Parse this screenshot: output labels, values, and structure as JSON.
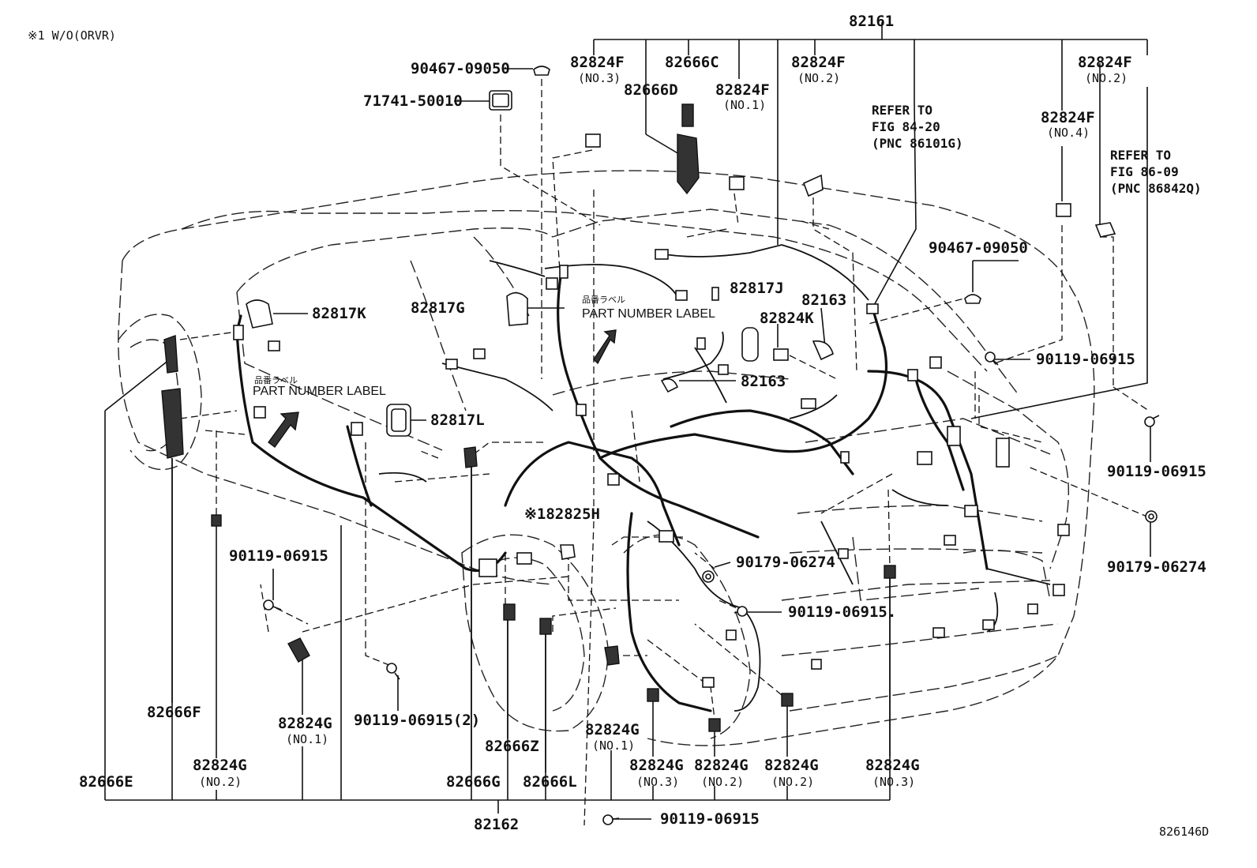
{
  "header": {
    "note": "※1 W/O(ORVR)"
  },
  "footer": {
    "code": "826146D"
  },
  "labels": {
    "p82161": "82161",
    "p82162": "82162",
    "p82824F_no3": "82824F",
    "p82824F_no3_sub": "(NO.3)",
    "p82666C": "82666C",
    "p82666D": "82666D",
    "p82824F_no1": "82824F",
    "p82824F_no1_sub": "(NO.1)",
    "p82824F_no2a": "82824F",
    "p82824F_no2a_sub": "(NO.2)",
    "p82824F_no4": "82824F",
    "p82824F_no4_sub": "(NO.4)",
    "p82824F_no2b": "82824F",
    "p82824F_no2b_sub": "(NO.2)",
    "p90467_top": "90467-09050",
    "p71741": "71741-50010",
    "p90467_right": "90467-09050",
    "p82817K": "82817K",
    "p82817G": "82817G",
    "p82817J": "82817J",
    "p82817L": "82817L",
    "p82163a": "82163",
    "p82163b": "82163",
    "p82824K": "82824K",
    "p82825H": "※182825H",
    "p90119_r1": "90119-06915",
    "p90119_r2": "90119-06915",
    "p90179_r": "90179-06274",
    "p90179_c": "90179-06274",
    "p90119_c": "90119-06915.",
    "p90119_l": "90119-06915",
    "p90119_2": "90119-06915(2)",
    "p90119_bottom": "90119-06915",
    "p82666F": "82666F",
    "p82666E": "82666E",
    "p82666G": "82666G",
    "p82666Z": "82666Z",
    "p82666L": "82666L",
    "p82824G_no1a": "82824G",
    "p82824G_no1a_sub": "(NO.1)",
    "p82824G_no2a": "82824G",
    "p82824G_no2a_sub": "(NO.2)",
    "p82824G_no1b": "82824G",
    "p82824G_no1b_sub": "(NO.1)",
    "p82824G_no3a": "82824G",
    "p82824G_no3a_sub": "(NO.3)",
    "p82824G_no2b": "82824G",
    "p82824G_no2b_sub": "(NO.2)",
    "p82824G_no2c": "82824G",
    "p82824G_no2c_sub": "(NO.2)",
    "p82824G_no3b": "82824G",
    "p82824G_no3b_sub": "(NO.3)"
  },
  "refs": {
    "r1_l1": "REFER TO",
    "r1_l2": "FIG 84-20",
    "r1_l3": "(PNC 86101G)",
    "r2_l1": "REFER TO",
    "r2_l2": "FIG 86-09",
    "r2_l3": "(PNC 86842Q)"
  },
  "part_number_label": {
    "jp": "品番ラベル",
    "en": "PART NUMBER LABEL"
  }
}
